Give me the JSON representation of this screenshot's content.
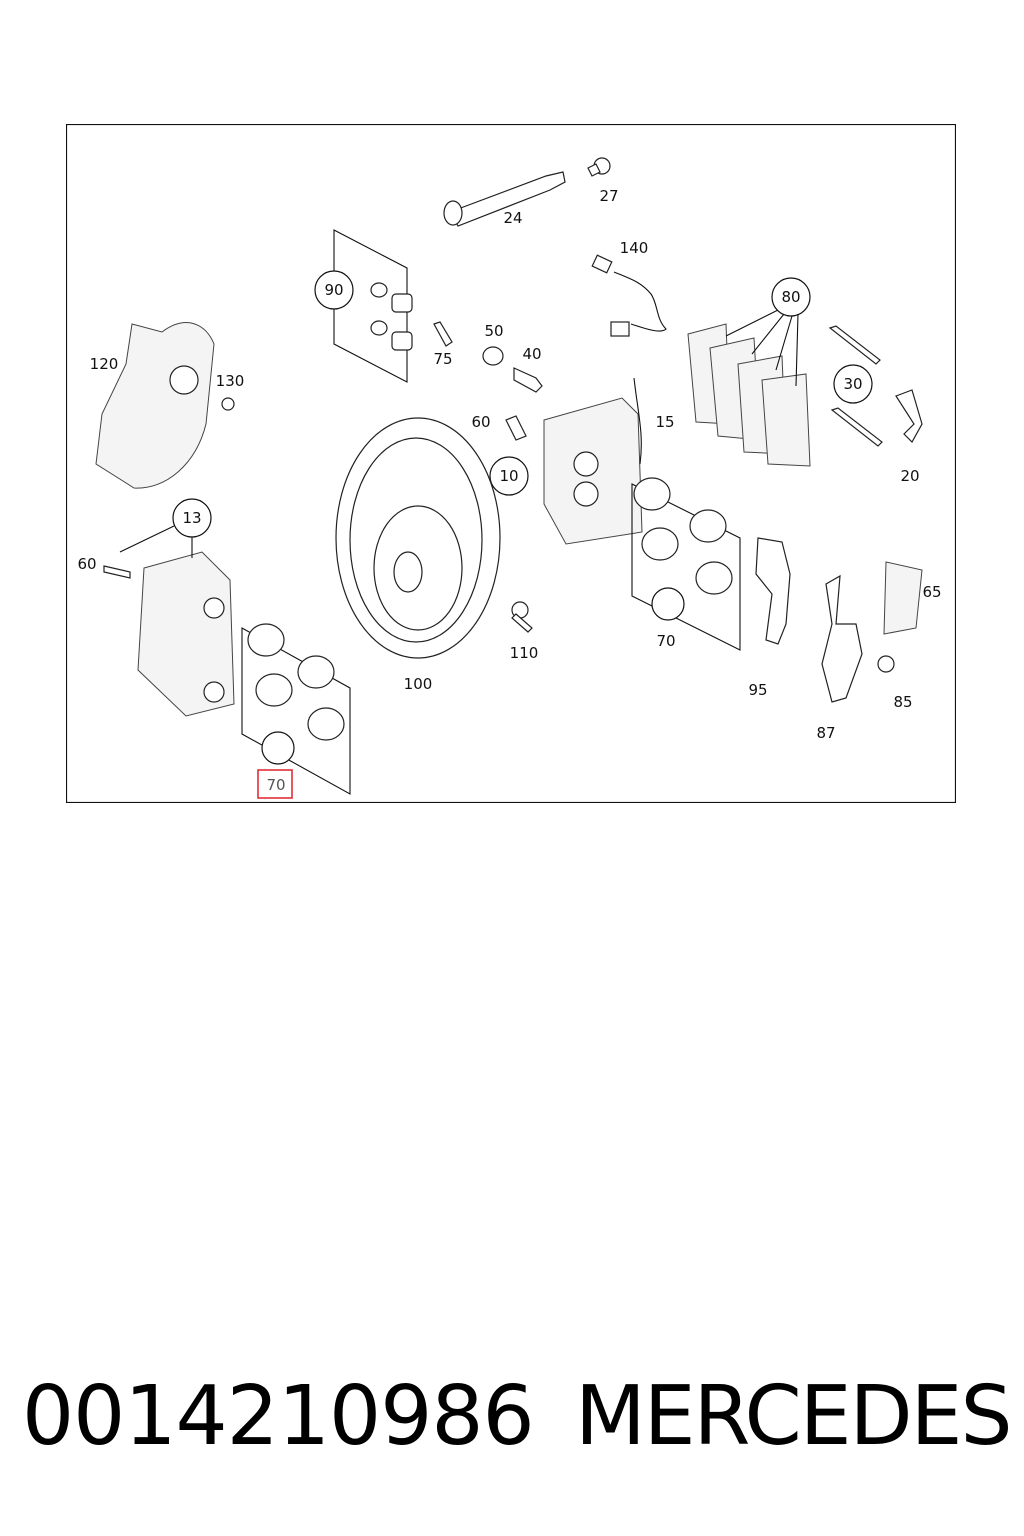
{
  "diagram": {
    "labels": {
      "l24": "24",
      "l27": "27",
      "l140": "140",
      "l90": "90",
      "l75": "75",
      "l50": "50",
      "l40": "40",
      "l80": "80",
      "l120": "120",
      "l130": "130",
      "l60a": "60",
      "l15": "15",
      "l30": "30",
      "l10": "10",
      "l20": "20",
      "l13": "13",
      "l60b": "60",
      "l65": "65",
      "l110": "110",
      "l70a": "70",
      "l100": "100",
      "l95": "95",
      "l85": "85",
      "l87": "87",
      "l70b": "70"
    },
    "highlight_color": "#e0303a"
  },
  "footer": {
    "part_number": "0014210986",
    "brand": "MERCEDES"
  }
}
